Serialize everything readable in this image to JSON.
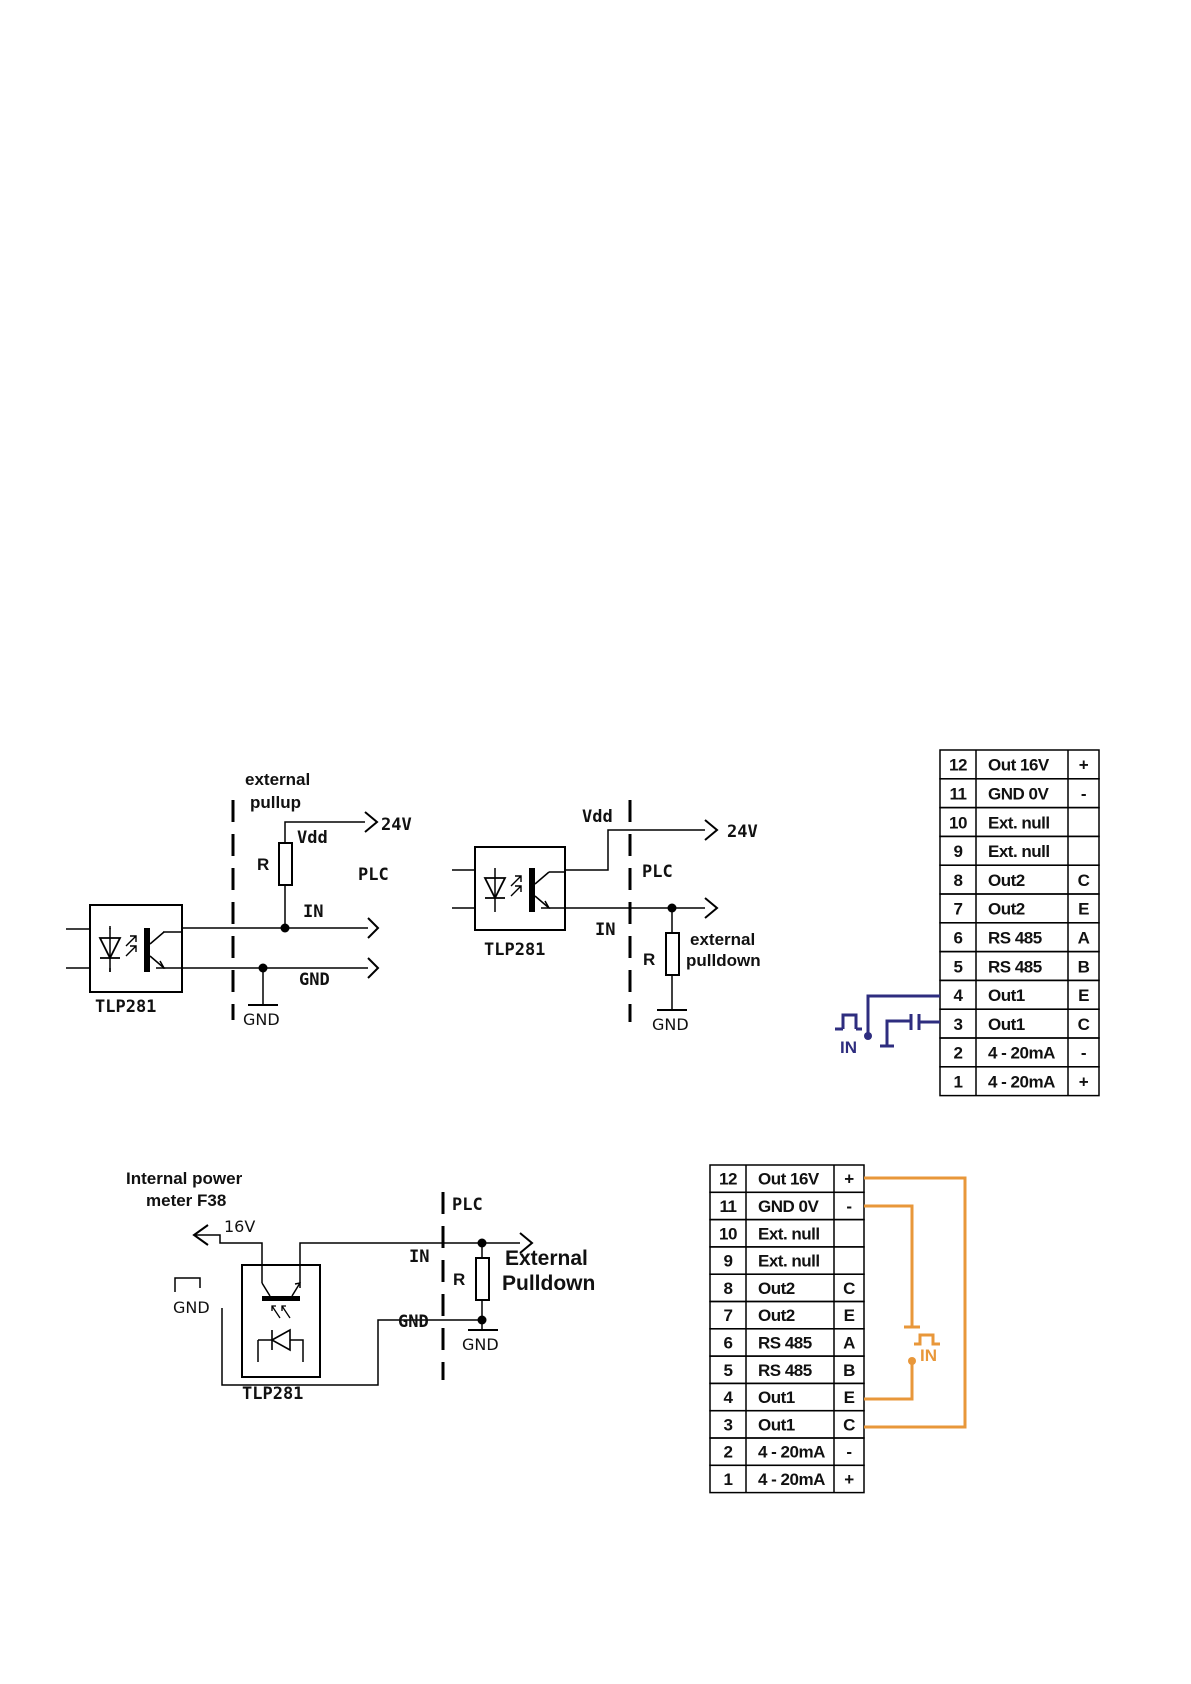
{
  "diagram1": {
    "ext_label_1": "external",
    "ext_label_2": "pullup",
    "resistor": "R",
    "vdd": "Vdd",
    "supply": "24V",
    "plc": "PLC",
    "in": "IN",
    "gnd_line": "GND",
    "gnd_symbol": "GND",
    "chip": "TLP281"
  },
  "diagram2": {
    "vdd": "Vdd",
    "supply": "24V",
    "plc": "PLC",
    "in": "IN",
    "resistor": "R",
    "ext_label_1": "external",
    "ext_label_2": "pulldown",
    "gnd_symbol": "GND",
    "chip": "TLP281"
  },
  "diagram3": {
    "title_1": "Internal power",
    "title_2": "meter F38",
    "supply": "16V",
    "gnd_left": "GND",
    "plc": "PLC",
    "in": "IN",
    "resistor": "R",
    "ext_label_1": "External",
    "ext_label_2": "Pulldown",
    "gnd_line": "GND",
    "gnd_symbol": "GND",
    "chip": "TLP281"
  },
  "terminal_rows": [
    {
      "num": "12",
      "name": "Out 16V",
      "sign": "+"
    },
    {
      "num": "11",
      "name": "GND 0V",
      "sign": "-"
    },
    {
      "num": "10",
      "name": "Ext. null",
      "sign": ""
    },
    {
      "num": "9",
      "name": "Ext. null",
      "sign": ""
    },
    {
      "num": "8",
      "name": "Out2",
      "sign": "C"
    },
    {
      "num": "7",
      "name": "Out2",
      "sign": "E"
    },
    {
      "num": "6",
      "name": "RS 485",
      "sign": "A"
    },
    {
      "num": "5",
      "name": "RS 485",
      "sign": "B"
    },
    {
      "num": "4",
      "name": "Out1",
      "sign": "E"
    },
    {
      "num": "3",
      "name": "Out1",
      "sign": "C"
    },
    {
      "num": "2",
      "name": "4 - 20mA",
      "sign": "-"
    },
    {
      "num": "1",
      "name": "4 - 20mA",
      "sign": "+"
    }
  ],
  "wiring_top": {
    "input": "IN",
    "color": "#2e2d7f"
  },
  "wiring_bottom": {
    "input": "IN",
    "color": "#e8973a"
  }
}
